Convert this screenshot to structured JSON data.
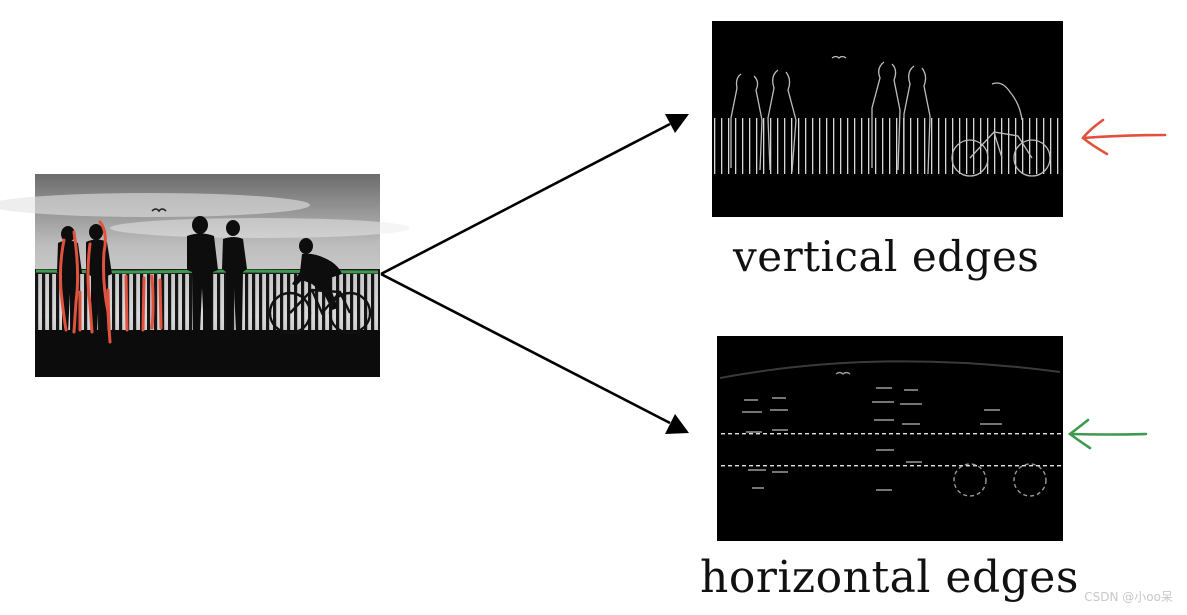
{
  "diagram": {
    "captions": {
      "vertical": "vertical edges",
      "horizontal": "horizontal edges"
    },
    "watermark": "CSDN @小oo呆",
    "colors": {
      "background": "#ffffff",
      "arrow": "#000000",
      "annotation_red": "#e0523e",
      "annotation_green": "#3f9a4f",
      "edge_map_background": "#000000"
    },
    "nodes": [
      {
        "id": "original-photo",
        "kind": "image",
        "content": "silhouettes of people and a cyclist on a railing"
      },
      {
        "id": "vertical-edge-map",
        "kind": "image",
        "content": "vertical edges"
      },
      {
        "id": "horizontal-edge-map",
        "kind": "image",
        "content": "horizontal edges"
      }
    ],
    "edges": [
      {
        "from": "original-photo",
        "to": "vertical-edge-map"
      },
      {
        "from": "original-photo",
        "to": "horizontal-edge-map"
      }
    ],
    "annotations": [
      {
        "target": "vertical-edge-map",
        "icon": "left-arrow-icon",
        "color": "red"
      },
      {
        "target": "horizontal-edge-map",
        "icon": "left-arrow-icon",
        "color": "green"
      }
    ]
  }
}
